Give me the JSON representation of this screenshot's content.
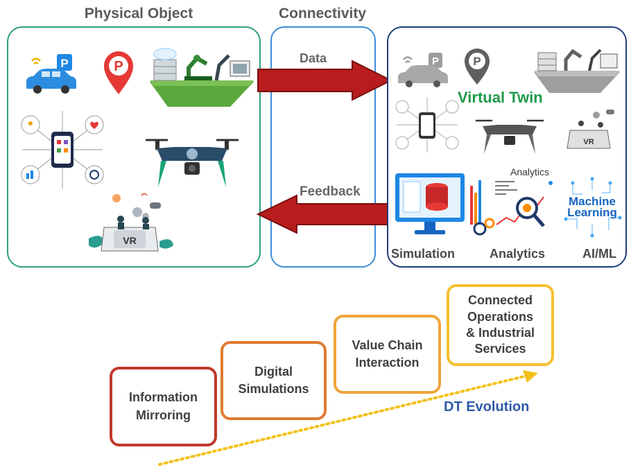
{
  "titles": {
    "physical": "Physical Object",
    "connectivity": "Connectivity"
  },
  "arrows": {
    "data": "Data",
    "feedback": "Feedback"
  },
  "virtual": {
    "title": "Virtual Twin",
    "analytics_tag": "Analytics",
    "ml_line1": "Machine",
    "ml_line2": "Learning",
    "vr_text": "VR",
    "parking_letter": "P",
    "bottom_labels": [
      "Simulation",
      "Analytics",
      "AI/ML"
    ]
  },
  "physical": {
    "parking_letter": "P",
    "vr_text": "VR"
  },
  "evolution": {
    "stages": [
      {
        "lines": [
          "Information",
          "Mirroring"
        ]
      },
      {
        "lines": [
          "Digital",
          "Simulations"
        ]
      },
      {
        "lines": [
          "Value Chain",
          "Interaction"
        ]
      },
      {
        "lines": [
          "Connected",
          "Operations",
          "& Industrial",
          "Services"
        ]
      }
    ],
    "label": "DT Evolution"
  },
  "colors": {
    "physical_border": "#2e9f7a",
    "connectivity_border": "#3d8fd6",
    "virtual_border": "#1f3d7a",
    "arrow_fill": "#b81c1c",
    "virtual_title": "#1e9a4a",
    "evolution_label": "#2e5aa8",
    "dotted_arrow": "#f2c21a",
    "stage_borders": [
      "#c0392b",
      "#e07a2f",
      "#f0a43a",
      "#f5c02e"
    ]
  }
}
